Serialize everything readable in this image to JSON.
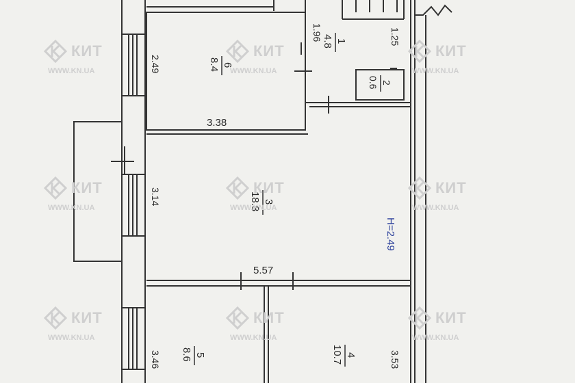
{
  "rooms": [
    {
      "number": "1",
      "area": "4.8"
    },
    {
      "number": "2",
      "area": "0.6"
    },
    {
      "number": "6",
      "area": "8.4"
    },
    {
      "number": "3",
      "area": "18.8"
    },
    {
      "number": "5",
      "area": "8.6"
    },
    {
      "number": "4",
      "area": "10.7"
    }
  ],
  "dimensions": [
    "1.96",
    "1.25",
    "2.49",
    "3.38",
    "3.14",
    "5.57",
    "3.46",
    "3.53"
  ],
  "ceiling_height": "H=2.49",
  "watermark": {
    "brand": "КИТ",
    "url": "WWW.KN.UA"
  },
  "colors": {
    "line": "#333333",
    "blue": "#2a3f9a",
    "watermark": "#c8c8c8"
  }
}
